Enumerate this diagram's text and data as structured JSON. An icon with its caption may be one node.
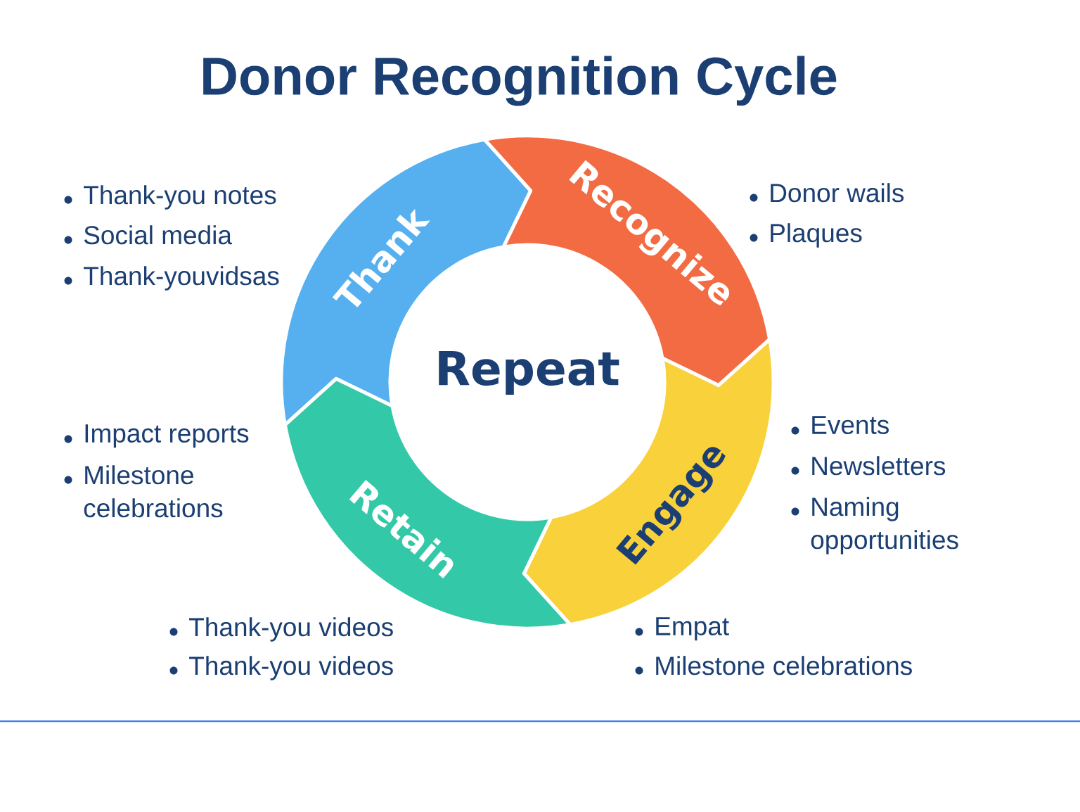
{
  "diagram": {
    "title": "Donor Recognition Cycle",
    "nodes": [
      {
        "text": [
          "Thank"
        ]
      },
      {
        "text": [
          "Recognize"
        ]
      },
      {
        "text": [
          "Engage"
        ]
      },
      {
        "text": [
          "Retain"
        ]
      }
    ],
    "labels": [
      "Thank-you notes",
      "Social media",
      "Thank-youvidsas",
      "Donor wails",
      "Plaques",
      "Repeat",
      "Events",
      "Newsletters",
      "Naming opportunities",
      "Impact reports",
      "Milestone celebrations",
      "Thank-you videos",
      "Thank-you videos",
      "Empat",
      "Milestone celebrations"
    ]
  }
}
